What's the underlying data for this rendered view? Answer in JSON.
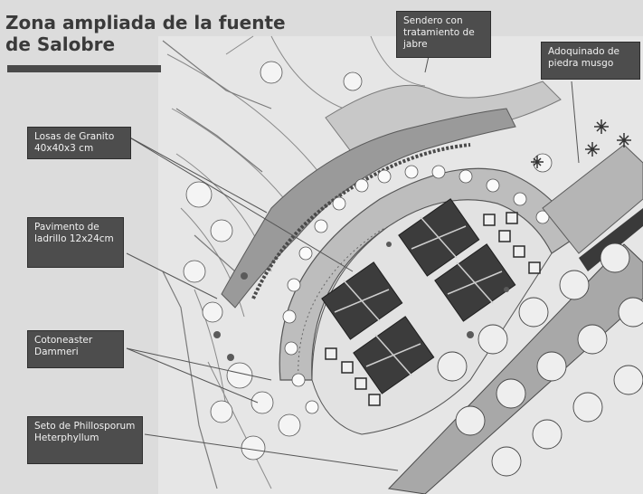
{
  "title": "Zona ampliada de la fuente de Salobre",
  "labels": {
    "losas": "Losas de Granito 40x40x3 cm",
    "pavimento": "Pavimento de ladrillo 12x24cm",
    "cotoneaster": "Cotoneaster Dammeri",
    "seto": "Seto de Phillosporum Heterphyllum",
    "sendero": "Sendero con tratamiento de jabre",
    "adoquinado": "Adoquinado de piedra musgo"
  },
  "colors": {
    "background": "#dcdcdc",
    "label_fill": "#4d4d4d",
    "label_text": "#f2f2f2",
    "title_text": "#3a3a3a",
    "path_fill": "#9a9a9a",
    "planter_fill": "#3c3c3c"
  }
}
